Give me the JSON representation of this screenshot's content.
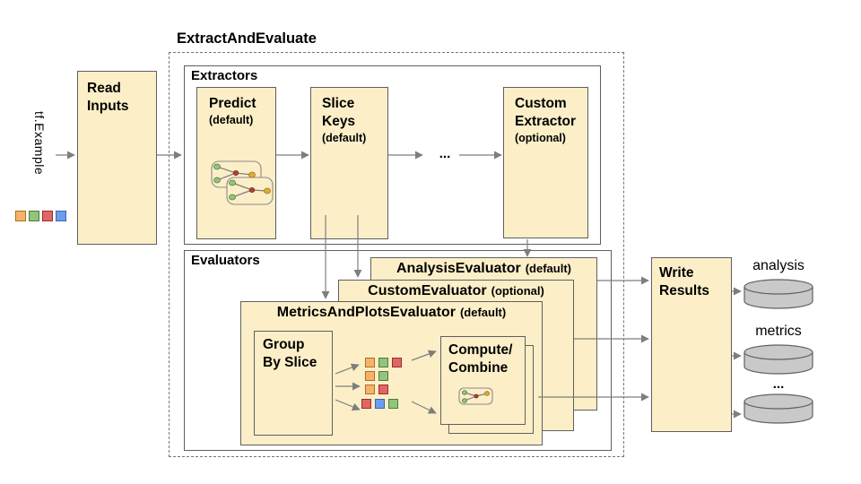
{
  "title": "ExtractAndEvaluate",
  "input": {
    "tf_example": "tf.Example",
    "chips": [
      [
        "#F6B26B",
        "#a8711f"
      ],
      [
        "#93C47D",
        "#527a3a"
      ],
      [
        "#E06666",
        "#9e2b2b"
      ],
      [
        "#6D9EEB",
        "#3a66ad"
      ]
    ]
  },
  "read_inputs": {
    "label": "Read\nInputs"
  },
  "extractors": {
    "section_label": "Extractors",
    "predict": {
      "name": "Predict",
      "qualifier": "(default)"
    },
    "slice_keys": {
      "name": "Slice\nKeys",
      "qualifier": "(default)"
    },
    "custom_extractor": {
      "name": "Custom\nExtractor",
      "qualifier": "(optional)"
    },
    "ellipsis": "..."
  },
  "evaluators": {
    "section_label": "Evaluators",
    "analysis_evaluator": {
      "name": "AnalysisEvaluator",
      "qualifier": "(default)"
    },
    "custom_evaluator": {
      "name": "CustomEvaluator",
      "qualifier": "(optional)"
    },
    "metrics_and_plots_evaluator": {
      "name": "MetricsAndPlotsEvaluator",
      "qualifier": "(default)"
    },
    "group_by_slice": {
      "label": "Group\nBy Slice"
    },
    "compute_combine": {
      "label": "Compute/\nCombine"
    },
    "slice_chip_rows": [
      [
        [
          "#F6B26B",
          "#a8711f"
        ],
        [
          "#93C47D",
          "#527a3a"
        ],
        [
          "#E06666",
          "#9e2b2b"
        ]
      ],
      [
        [
          "#F6B26B",
          "#a8711f"
        ],
        [
          "#93C47D",
          "#527a3a"
        ]
      ],
      [
        [
          "#F6B26B",
          "#a8711f"
        ],
        [
          "#E06666",
          "#9e2b2b"
        ]
      ],
      [
        [
          "#E06666",
          "#9e2b2b"
        ],
        [
          "#6D9EEB",
          "#3a66ad"
        ],
        [
          "#93C47D",
          "#527a3a"
        ]
      ]
    ]
  },
  "output": {
    "write_results": {
      "label": "Write\nResults"
    },
    "stores": [
      {
        "label": "analysis"
      },
      {
        "label": "metrics"
      }
    ],
    "ellipsis": "..."
  },
  "colors": {
    "box-fill": "#FCEFC8",
    "box-border": "#5f5f5f",
    "arrow": "#7e7e7e",
    "cylinder-fill": "#C9C9C9",
    "cylinder-border": "#606060",
    "dashed-border": "#757575",
    "text": "#000000"
  }
}
